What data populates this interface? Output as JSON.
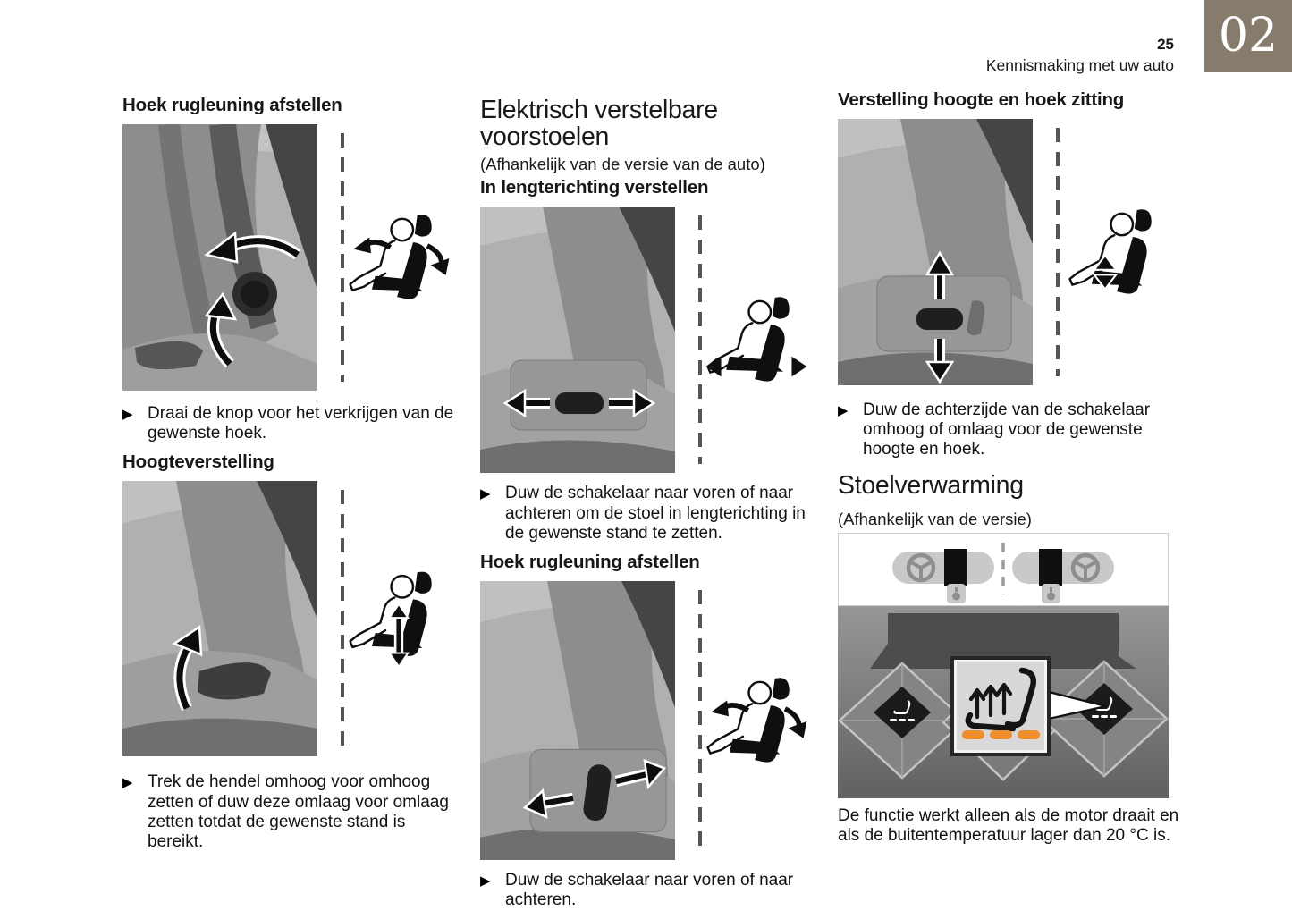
{
  "header": {
    "page_number": "25",
    "breadcrumb": "Kennismaking met uw auto",
    "chapter": "02"
  },
  "colors": {
    "chapter_tab_bg": "#877c6b",
    "heat_level_orange": "#ef8f2b"
  },
  "icons": {
    "bullet_marker": "▶"
  },
  "left": {
    "s1_heading": "Hoek rugleuning afstellen",
    "s1_bullet": "Draai de knop voor het verkrijgen van de gewenste hoek.",
    "s2_heading": "Hoogteverstelling",
    "s2_bullet": "Trek de hendel omhoog voor omhoog zetten of duw deze omlaag voor omlaag zetten totdat de gewenste stand is bereikt."
  },
  "middle": {
    "title": "Elektrisch verstelbare voorstoelen",
    "subtitle": "(Afhankelijk van de versie van de auto)",
    "s1_heading": "In lengterichting verstellen",
    "s1_bullet": "Duw de schakelaar naar voren of naar achteren om de stoel in lengterichting in de gewenste stand te zetten.",
    "s2_heading": "Hoek rugleuning afstellen",
    "s2_bullet": "Duw de schakelaar naar voren of naar achteren."
  },
  "right": {
    "s1_heading": "Verstelling hoogte en hoek zitting",
    "s1_bullet": "Duw de achterzijde van de schakelaar omhoog of omlaag voor de gewenste hoogte en hoek.",
    "s2_title": "Stoelverwarming",
    "s2_subtitle": "(Afhankelijk van de versie)",
    "s2_note": "De functie werkt alleen als de motor draait en als de buitentemperatuur lager dan 20 °C is."
  }
}
